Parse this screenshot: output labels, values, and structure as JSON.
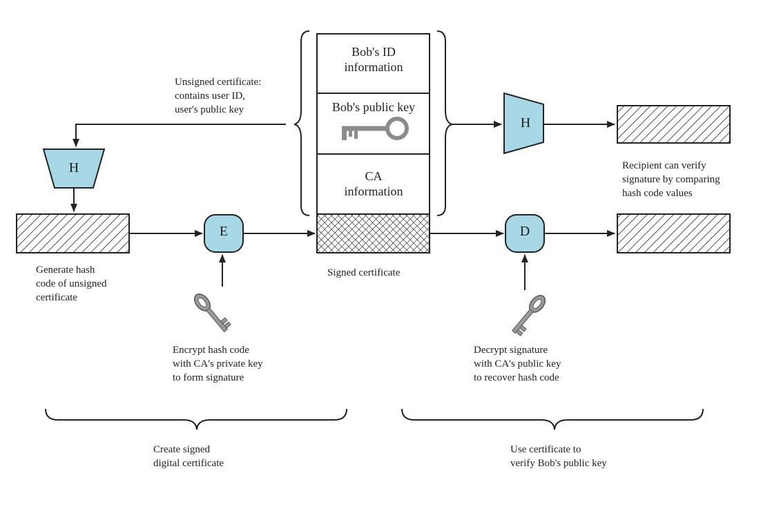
{
  "colors": {
    "shape_fill": "#a8d8e6",
    "stroke": "#222222",
    "key_gray": "#8c8c8c"
  },
  "certificate": {
    "cells": [
      "Bob's ID\ninformation",
      "Bob's public key",
      "CA\ninformation"
    ]
  },
  "symbols": {
    "hash_left": "H",
    "hash_right": "H",
    "encrypt": "E",
    "decrypt": "D"
  },
  "labels": {
    "unsigned_certificate": "Unsigned certificate:\ncontains user ID,\nuser's public key",
    "generate_hash": "Generate hash\ncode of unsigned\ncertificate",
    "signed_certificate": "Signed certificate",
    "encrypt_hash": "Encrypt hash code\nwith CA's private key\nto form signature",
    "decrypt_signature": "Decrypt signature\nwith CA's public key\nto recover hash code",
    "recipient_verify": "Recipient can verify\nsignature by comparing\nhash code values",
    "create_signed": "Create signed\ndigital certificate",
    "use_certificate": "Use certificate to\nverify Bob's public key"
  },
  "icons": [
    "key-icon",
    "key-icon",
    "key-icon"
  ]
}
